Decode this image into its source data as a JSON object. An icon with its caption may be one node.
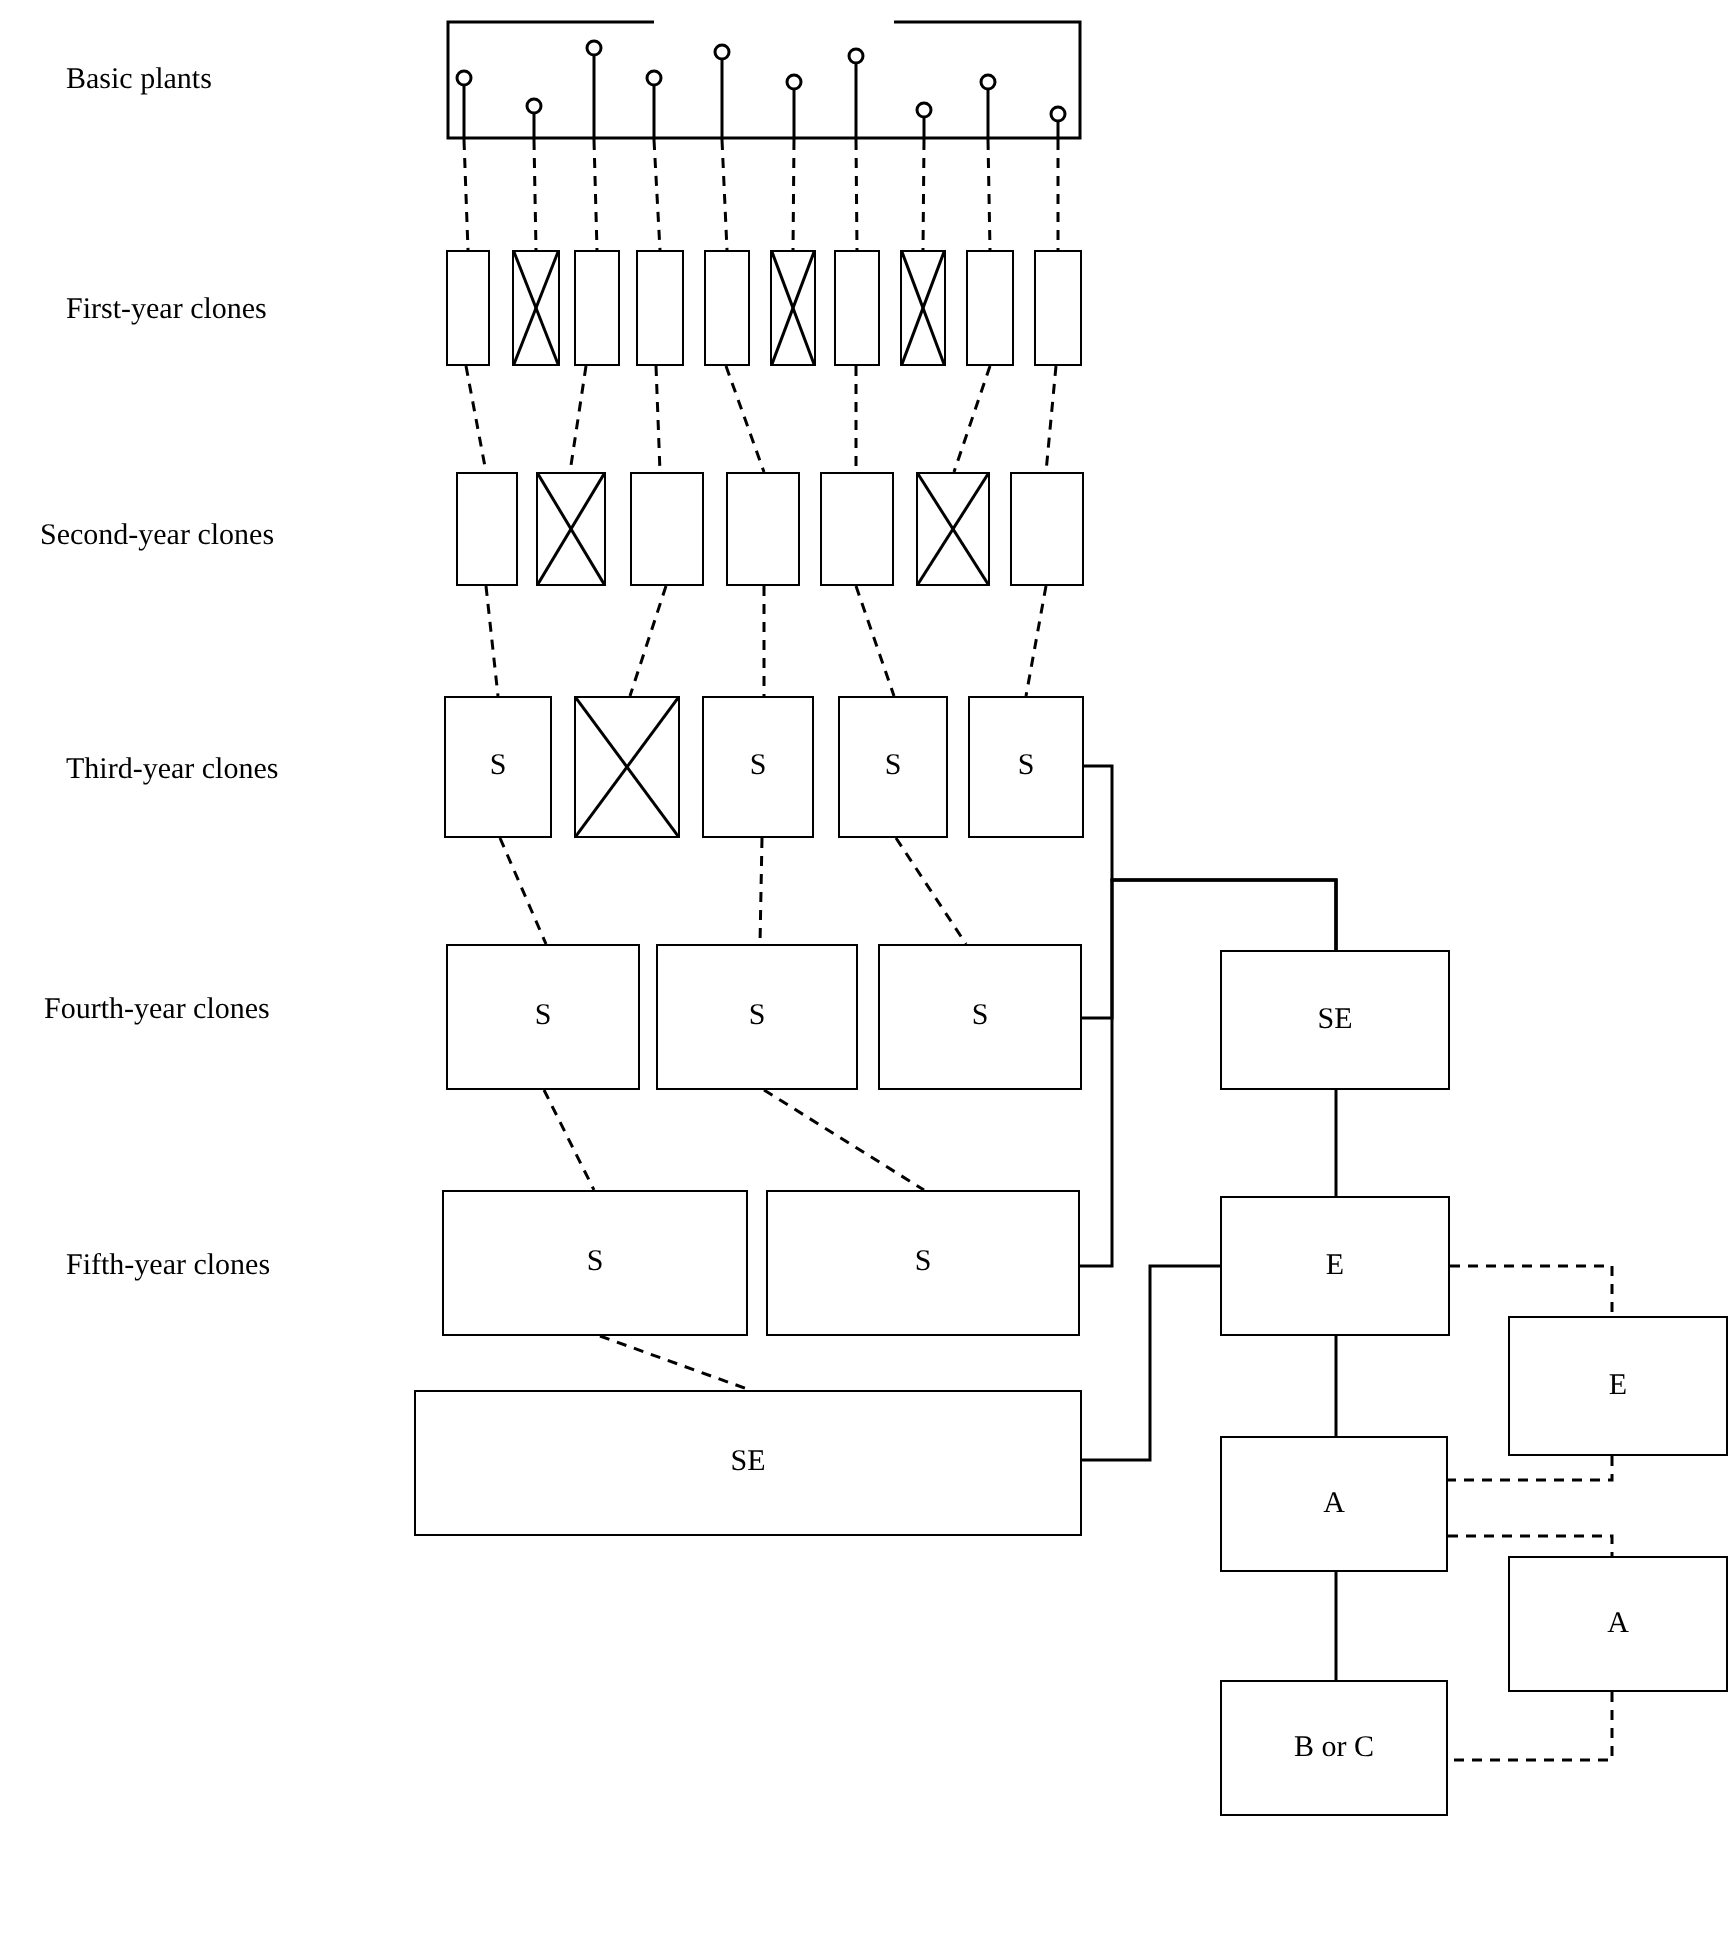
{
  "diagram": {
    "nodes": [
      {
        "text": [],
        "shape": "box"
      },
      {
        "text": [],
        "shape": "plant",
        "in": 0
      },
      {
        "text": [],
        "shape": "plant",
        "in": 0
      },
      {
        "text": [],
        "shape": "plant",
        "in": 0
      },
      {
        "text": [],
        "shape": "plant",
        "in": 0
      },
      {
        "text": [],
        "shape": "plant",
        "in": 0
      },
      {
        "text": [],
        "shape": "plant",
        "in": 0
      },
      {
        "text": [],
        "shape": "plant",
        "in": 0
      },
      {
        "text": [],
        "shape": "plant",
        "in": 0
      },
      {
        "text": [],
        "shape": "plant",
        "in": 0
      },
      {
        "text": [],
        "shape": "plant",
        "in": 0
      },
      {
        "text": [],
        "shape": "box"
      },
      {
        "text": [],
        "shape": "crossed"
      },
      {
        "text": [],
        "shape": "box"
      },
      {
        "text": [],
        "shape": "box"
      },
      {
        "text": [],
        "shape": "box"
      },
      {
        "text": [],
        "shape": "crossed"
      },
      {
        "text": [],
        "shape": "box"
      },
      {
        "text": [],
        "shape": "crossed"
      },
      {
        "text": [],
        "shape": "box"
      },
      {
        "text": [],
        "shape": "box"
      },
      {
        "text": [],
        "shape": "box"
      },
      {
        "text": [],
        "shape": "crossed"
      },
      {
        "text": [],
        "shape": "box"
      },
      {
        "text": [],
        "shape": "box"
      },
      {
        "text": [],
        "shape": "box"
      },
      {
        "text": [],
        "shape": "crossed"
      },
      {
        "text": [],
        "shape": "box"
      },
      {
        "text": [
          "S"
        ]
      },
      {
        "text": [],
        "shape": "crossed"
      },
      {
        "text": [
          "S"
        ]
      },
      {
        "text": [
          "S"
        ]
      },
      {
        "text": [
          "S"
        ]
      },
      {
        "text": [
          "S"
        ]
      },
      {
        "text": [
          "S"
        ]
      },
      {
        "text": [
          "S"
        ]
      },
      {
        "text": [
          "S"
        ]
      },
      {
        "text": [
          "S"
        ]
      },
      {
        "text": [
          "SE"
        ]
      },
      {
        "text": [
          "SE"
        ]
      },
      {
        "text": [
          "E"
        ]
      },
      {
        "text": [
          "E"
        ]
      },
      {
        "text": [
          "A"
        ]
      },
      {
        "text": [
          "A"
        ]
      },
      {
        "text": [
          "B or C"
        ]
      }
    ],
    "edges": [
      {
        "from": 1,
        "to": 11,
        "arrow": "none",
        "style": "dashed"
      },
      {
        "from": 2,
        "to": 12,
        "arrow": "none",
        "style": "dashed"
      },
      {
        "from": 3,
        "to": 13,
        "arrow": "none",
        "style": "dashed"
      },
      {
        "from": 4,
        "to": 14,
        "arrow": "none",
        "style": "dashed"
      },
      {
        "from": 5,
        "to": 15,
        "arrow": "none",
        "style": "dashed"
      },
      {
        "from": 6,
        "to": 16,
        "arrow": "none",
        "style": "dashed"
      },
      {
        "from": 7,
        "to": 17,
        "arrow": "none",
        "style": "dashed"
      },
      {
        "from": 8,
        "to": 18,
        "arrow": "none",
        "style": "dashed"
      },
      {
        "from": 9,
        "to": 19,
        "arrow": "none",
        "style": "dashed"
      },
      {
        "from": 10,
        "to": 20,
        "arrow": "none",
        "style": "dashed"
      },
      {
        "from": 11,
        "to": 21,
        "arrow": "none",
        "style": "dashed"
      },
      {
        "from": 13,
        "to": 22,
        "arrow": "none",
        "style": "dashed"
      },
      {
        "from": 14,
        "to": 23,
        "arrow": "none",
        "style": "dashed"
      },
      {
        "from": 15,
        "to": 24,
        "arrow": "none",
        "style": "dashed"
      },
      {
        "from": 17,
        "to": 25,
        "arrow": "none",
        "style": "dashed"
      },
      {
        "from": 19,
        "to": 26,
        "arrow": "none",
        "style": "dashed"
      },
      {
        "from": 20,
        "to": 27,
        "arrow": "none",
        "style": "dashed"
      },
      {
        "from": 21,
        "to": 28,
        "arrow": "none",
        "style": "dashed"
      },
      {
        "from": 23,
        "to": 29,
        "arrow": "none",
        "style": "dashed"
      },
      {
        "from": 24,
        "to": 30,
        "arrow": "none",
        "style": "dashed"
      },
      {
        "from": 25,
        "to": 31,
        "arrow": "none",
        "style": "dashed"
      },
      {
        "from": 27,
        "to": 32,
        "arrow": "none",
        "style": "dashed"
      },
      {
        "from": 28,
        "to": 33,
        "arrow": "none",
        "style": "dashed"
      },
      {
        "from": 30,
        "to": 34,
        "arrow": "none",
        "style": "dashed"
      },
      {
        "from": 31,
        "to": 35,
        "arrow": "none",
        "style": "dashed"
      },
      {
        "from": 33,
        "to": 36,
        "arrow": "none",
        "style": "dashed"
      },
      {
        "from": 34,
        "to": 37,
        "arrow": "none",
        "style": "dashed"
      },
      {
        "from": 36,
        "to": 38,
        "arrow": "none",
        "style": "dashed"
      },
      {
        "from": 32,
        "to": 39,
        "arrow": "none"
      },
      {
        "from": 35,
        "to": 39,
        "arrow": "none"
      },
      {
        "from": 37,
        "to": 39,
        "arrow": "none"
      },
      {
        "from": 39,
        "to": 40,
        "arrow": "none"
      },
      {
        "from": 38,
        "to": 40,
        "arrow": "none"
      },
      {
        "from": 40,
        "to": 42,
        "arrow": "none"
      },
      {
        "from": 42,
        "to": 44,
        "arrow": "none"
      },
      {
        "from": 40,
        "to": 41,
        "arrow": "none",
        "style": "dashed"
      },
      {
        "from": 41,
        "to": 42,
        "arrow": "none",
        "style": "dashed"
      },
      {
        "from": 42,
        "to": 43,
        "arrow": "none",
        "style": "dashed"
      },
      {
        "from": 43,
        "to": 44,
        "arrow": "none",
        "style": "dashed"
      }
    ],
    "labels": [
      "Basic plants",
      "First-year clones",
      "Second-year clones",
      "Third-year clones",
      "Fourth-year clones",
      "Fifth-year clones"
    ]
  }
}
